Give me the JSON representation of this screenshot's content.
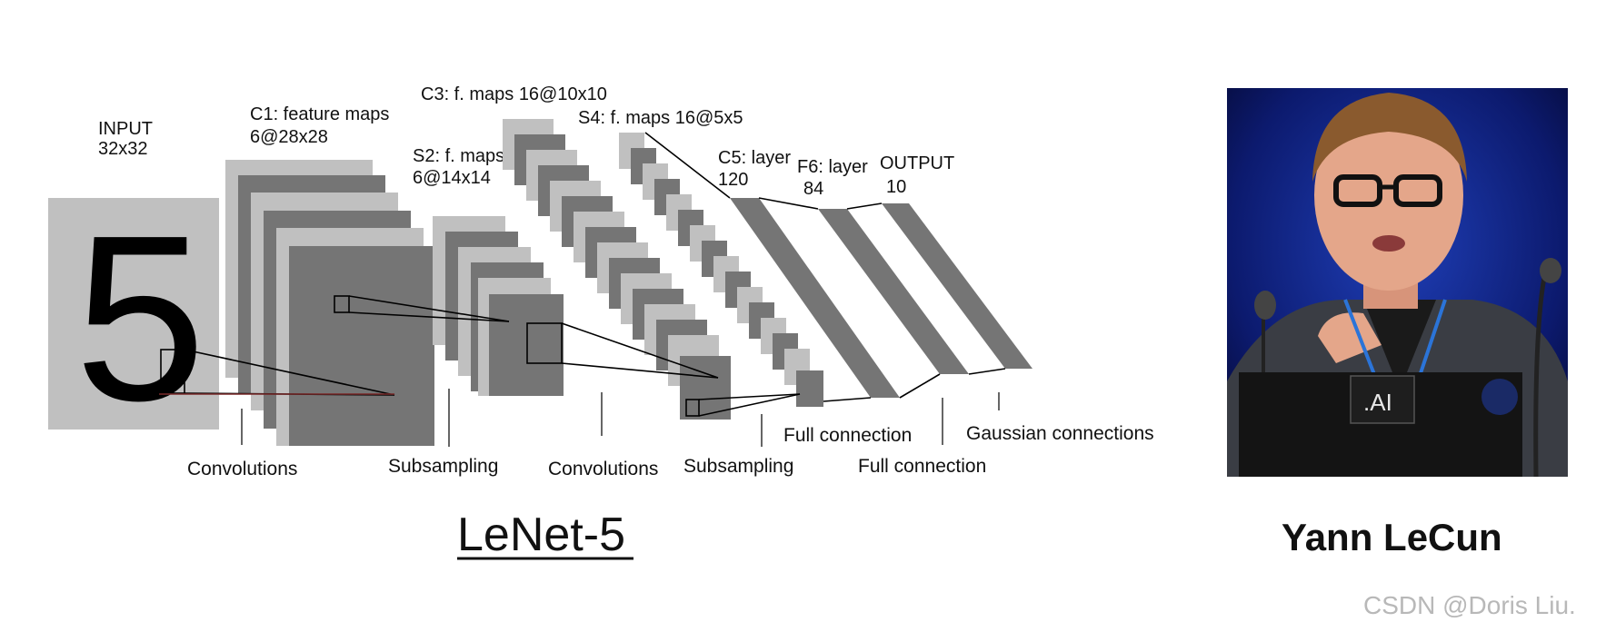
{
  "diagram": {
    "title": "LeNet-5",
    "person_name": "Yann LeCun",
    "watermark": "CSDN @Doris Liu.",
    "colors": {
      "light": "#c0c0c0",
      "dark": "#757575",
      "mid": "#9a9a9a",
      "digit": "#000000"
    },
    "digit": "5",
    "layers": {
      "input": {
        "name": "INPUT",
        "size": "32x32"
      },
      "c1": {
        "name": "C1: feature maps",
        "size": "6@28x28"
      },
      "s2": {
        "name": "S2: f. maps",
        "size": "6@14x14"
      },
      "c3": {
        "name": "C3: f. maps 16@10x10"
      },
      "s4": {
        "name": "S4: f. maps 16@5x5"
      },
      "c5": {
        "name": "C5: layer",
        "size": "120"
      },
      "f6": {
        "name": "F6: layer",
        "size": "84"
      },
      "output": {
        "name": "OUTPUT",
        "size": "10"
      }
    },
    "operations": {
      "conv1": "Convolutions",
      "sub1": "Subsampling",
      "conv2": "Convolutions",
      "sub2": "Subsampling",
      "full1": "Full connection",
      "full2": "Full connection",
      "gauss": "Gaussian connections"
    },
    "laptop_logo": ".AI"
  }
}
